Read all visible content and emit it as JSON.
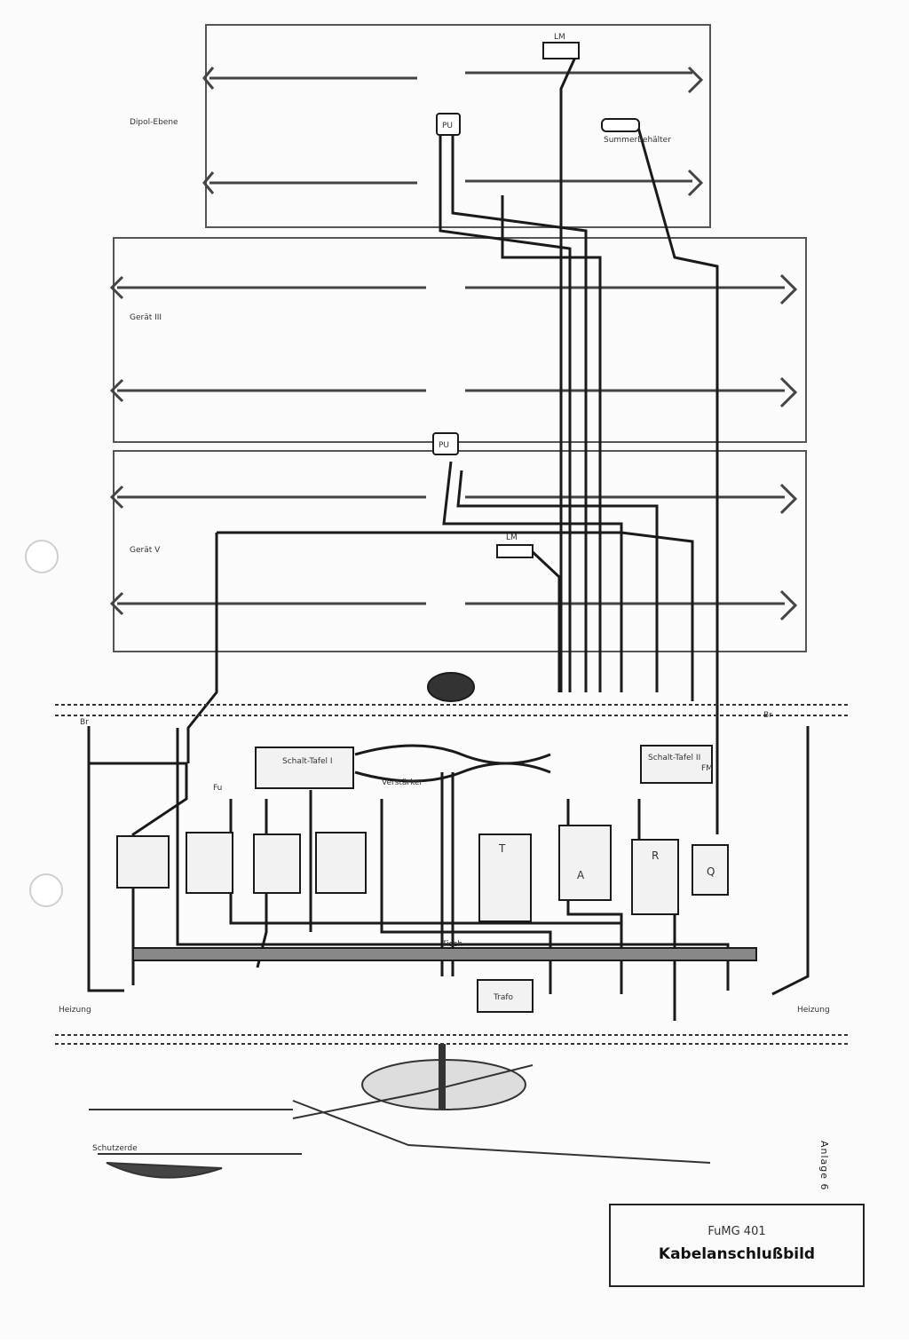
{
  "document": {
    "title_block": {
      "model": "FuMG 401",
      "title": "Kabelanschlußbild"
    },
    "annex_label": "Anlage 6"
  },
  "labels": {
    "device_frame_top": "Dipol-Ebene",
    "device_frame_mid": "Gerät III",
    "device_frame_low": "Gerät V",
    "lm_top": "LM",
    "lm_mid": "LM",
    "pu_top": "PU",
    "pu_mid": "PU",
    "sw_box": "Summerbehälter",
    "fm": "FM",
    "fu": "Fu",
    "br_left": "Br",
    "br_right": "Br",
    "sch_1": "Schalt-Tafel I",
    "sch_2": "Schalt-Tafel II",
    "verstaerker": "Verstärker",
    "tisch": "Tisch",
    "trafo": "Trafo",
    "heizung_left": "Heizung",
    "heizung_right": "Heizung",
    "schutzerde": "Schutzerde",
    "module_t": "T",
    "module_r": "R",
    "module_a": "A",
    "module_q": "Q"
  },
  "colors": {
    "ink": "#1a1a1a",
    "frame": "#555555",
    "paper": "#fbfbfb"
  }
}
